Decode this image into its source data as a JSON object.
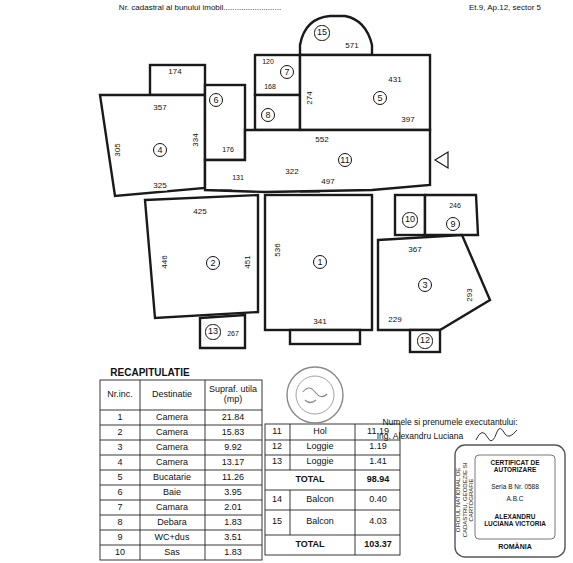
{
  "diagram": {
    "title": "RECAPITULATIE",
    "nodes": [
      {
        "text": [
          "1"
        ]
      },
      {
        "text": [
          "2"
        ]
      },
      {
        "text": [
          "3"
        ]
      },
      {
        "text": [
          "4"
        ]
      },
      {
        "text": [
          "5"
        ]
      },
      {
        "text": [
          "6"
        ]
      },
      {
        "text": [
          "7"
        ]
      },
      {
        "text": [
          "8"
        ]
      },
      {
        "text": [
          "9"
        ]
      },
      {
        "text": [
          "10"
        ]
      },
      {
        "text": [
          "11"
        ]
      },
      {
        "text": [
          "12"
        ]
      },
      {
        "text": [
          "13"
        ]
      },
      {
        "text": [
          "15"
        ]
      }
    ],
    "labels": [
      "Nr. cadastral al bunului imobil..........................",
      "Et.9, Ap.12, sector 5",
      "174",
      "357",
      "305",
      "334",
      "325",
      "425",
      "446",
      "451",
      "536",
      "341",
      "322",
      "497",
      "552",
      "431",
      "274",
      "397",
      "571",
      "120",
      "168",
      "176",
      "131",
      "367",
      "293",
      "229",
      "246",
      "267",
      "Nr.inc.",
      "Destinatie",
      "Supraf. utila (mp)",
      "1",
      "Camera",
      "21.84",
      "2",
      "Camera",
      "15.83",
      "3",
      "Camera",
      "9.92",
      "4",
      "Camera",
      "13.17",
      "5",
      "Bucatarie",
      "11.26",
      "6",
      "Baie",
      "3.95",
      "7",
      "Camara",
      "2.01",
      "8",
      "Debara",
      "1.83",
      "9",
      "WC+dus",
      "3.51",
      "10",
      "Sas",
      "1.83",
      "11",
      "Hol",
      "11.19",
      "12",
      "Loggie",
      "1.19",
      "13",
      "Loggie",
      "1.41",
      "TOTAL",
      "98.94",
      "14",
      "Balcon",
      "0.40",
      "15",
      "Balcon",
      "4.03",
      "TOTAL",
      "103.37",
      "Numele si prenumele executantului:",
      "Ing. Alexandru Luciana",
      "OFICIUL NATIONAL DE CADASTRU, GEODEZIE SI CARTOGRAFIE",
      "CERTIFICAT DE AUTORIZARE",
      "Seria B Nr. 0588",
      "A.B.C",
      "ALEXANDRU LUCIANA VICTORIA",
      "ROMÂNIA"
    ]
  }
}
